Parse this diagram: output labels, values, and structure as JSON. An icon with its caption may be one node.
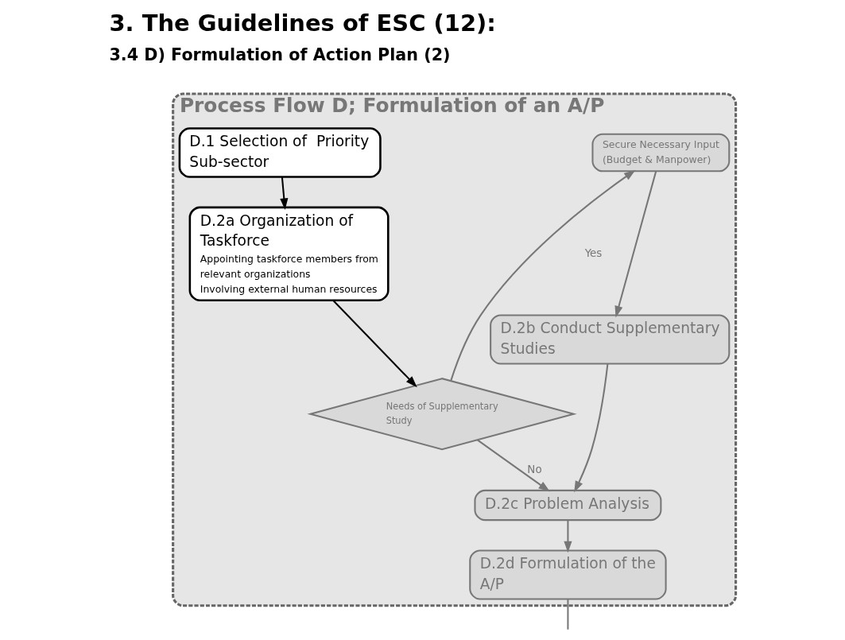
{
  "diagram": {
    "title": "3. The Guidelines of ESC (12):",
    "labels": [
      "3.4 D) Formulation of Action Plan (2)"
    ],
    "nodes": [
      {
        "text": [
          "Process Flow D; Formulation of an A/P"
        ]
      },
      {
        "text": [
          "D.1 Selection of  Priority Sub-sector"
        ],
        "in": 0
      },
      {
        "text": [
          "D.2a Organization of Taskforce",
          "Appointing taskforce members from relevant organizations",
          "Involving external human resources"
        ],
        "in": 0
      },
      {
        "text": [
          "Needs of Supplementary Study"
        ],
        "in": 0
      },
      {
        "text": [
          "Secure Necessary Input (Budget & Manpower)"
        ],
        "in": 0
      },
      {
        "text": [
          "D.2b Conduct Supplementary Studies"
        ],
        "in": 0
      },
      {
        "text": [
          "D.2c Problem Analysis"
        ],
        "in": 0
      },
      {
        "text": [
          "D.2d Formulation of the A/P"
        ],
        "in": 0
      }
    ],
    "edges": [
      {
        "from": 1,
        "to": 2,
        "arrow": "to",
        "color": "#000000"
      },
      {
        "from": 2,
        "to": 3,
        "arrow": "to",
        "color": "#000000"
      },
      {
        "from": 3,
        "to": 4,
        "arrow": "to",
        "label": "Yes"
      },
      {
        "from": 3,
        "to": 6,
        "arrow": "to",
        "label": "No"
      },
      {
        "from": 4,
        "to": 5,
        "arrow": "to"
      },
      {
        "from": 5,
        "to": 6,
        "arrow": "to"
      },
      {
        "from": 6,
        "to": 7,
        "arrow": "to"
      },
      {
        "from": 7,
        "to": null,
        "arrow": "none"
      }
    ]
  }
}
